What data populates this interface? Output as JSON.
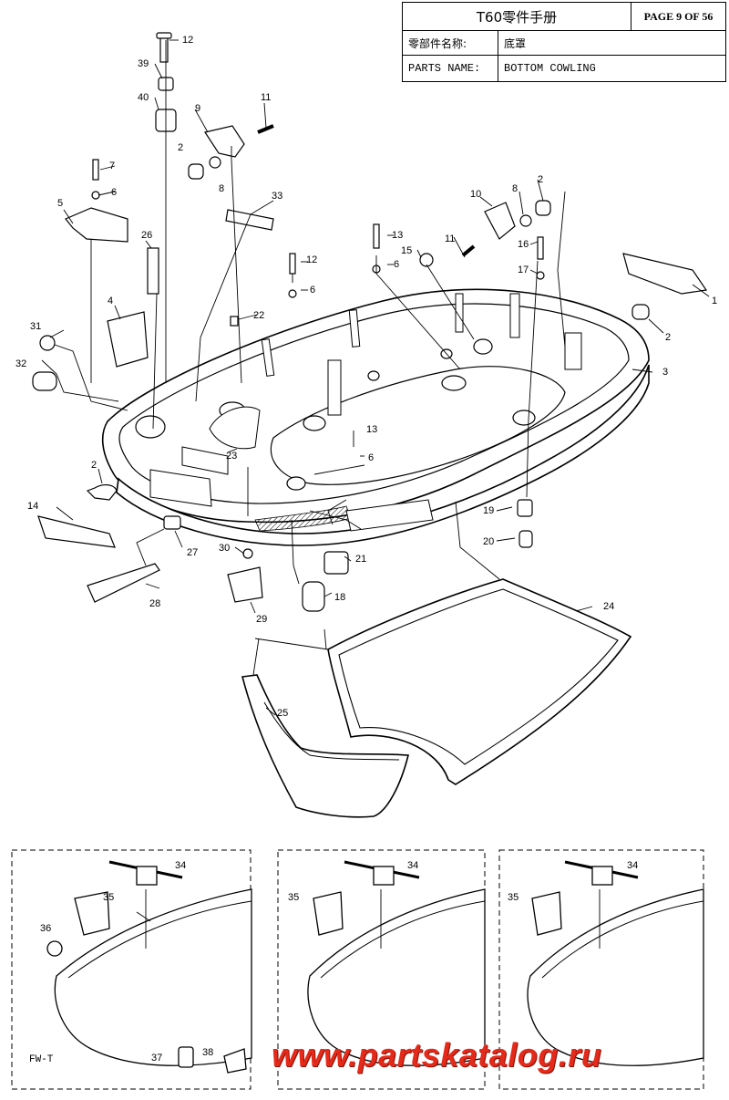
{
  "header": {
    "title": "T60零件手册",
    "page": "PAGE 9 OF 56",
    "cn_label": "零部件名称:",
    "cn_value": "底罩",
    "en_label": "PARTS NAME:",
    "en_value": "BOTTOM COWLING"
  },
  "callouts": {
    "c1": "1",
    "c2a": "2",
    "c2b": "2",
    "c2c": "2",
    "c2d": "2",
    "c3": "3",
    "c4": "4",
    "c5": "5",
    "c6a": "6",
    "c6b": "6",
    "c6c": "6",
    "c6d": "6",
    "c7": "7",
    "c8a": "8",
    "c8b": "8",
    "c9": "9",
    "c10": "10",
    "c11a": "11",
    "c11b": "11",
    "c12a": "12",
    "c12b": "12",
    "c13a": "13",
    "c13b": "13",
    "c14": "14",
    "c15": "15",
    "c16": "16",
    "c17": "17",
    "c18": "18",
    "c19": "19",
    "c20": "20",
    "c21": "21",
    "c22": "22",
    "c23": "23",
    "c24": "24",
    "c25": "25",
    "c26": "26",
    "c27": "27",
    "c28": "28",
    "c29": "29",
    "c30": "30",
    "c31": "31",
    "c32": "32",
    "c33": "33",
    "c39": "39",
    "c40": "40"
  },
  "variants": {
    "left": {
      "c34": "34",
      "c35": "35",
      "c36": "36",
      "c37": "37",
      "c38": "38",
      "tag": "FW-T"
    },
    "middle": {
      "c34": "34",
      "c35": "35"
    },
    "right": {
      "c34": "34",
      "c35": "35"
    }
  },
  "watermark": "www.partskatalog.ru"
}
